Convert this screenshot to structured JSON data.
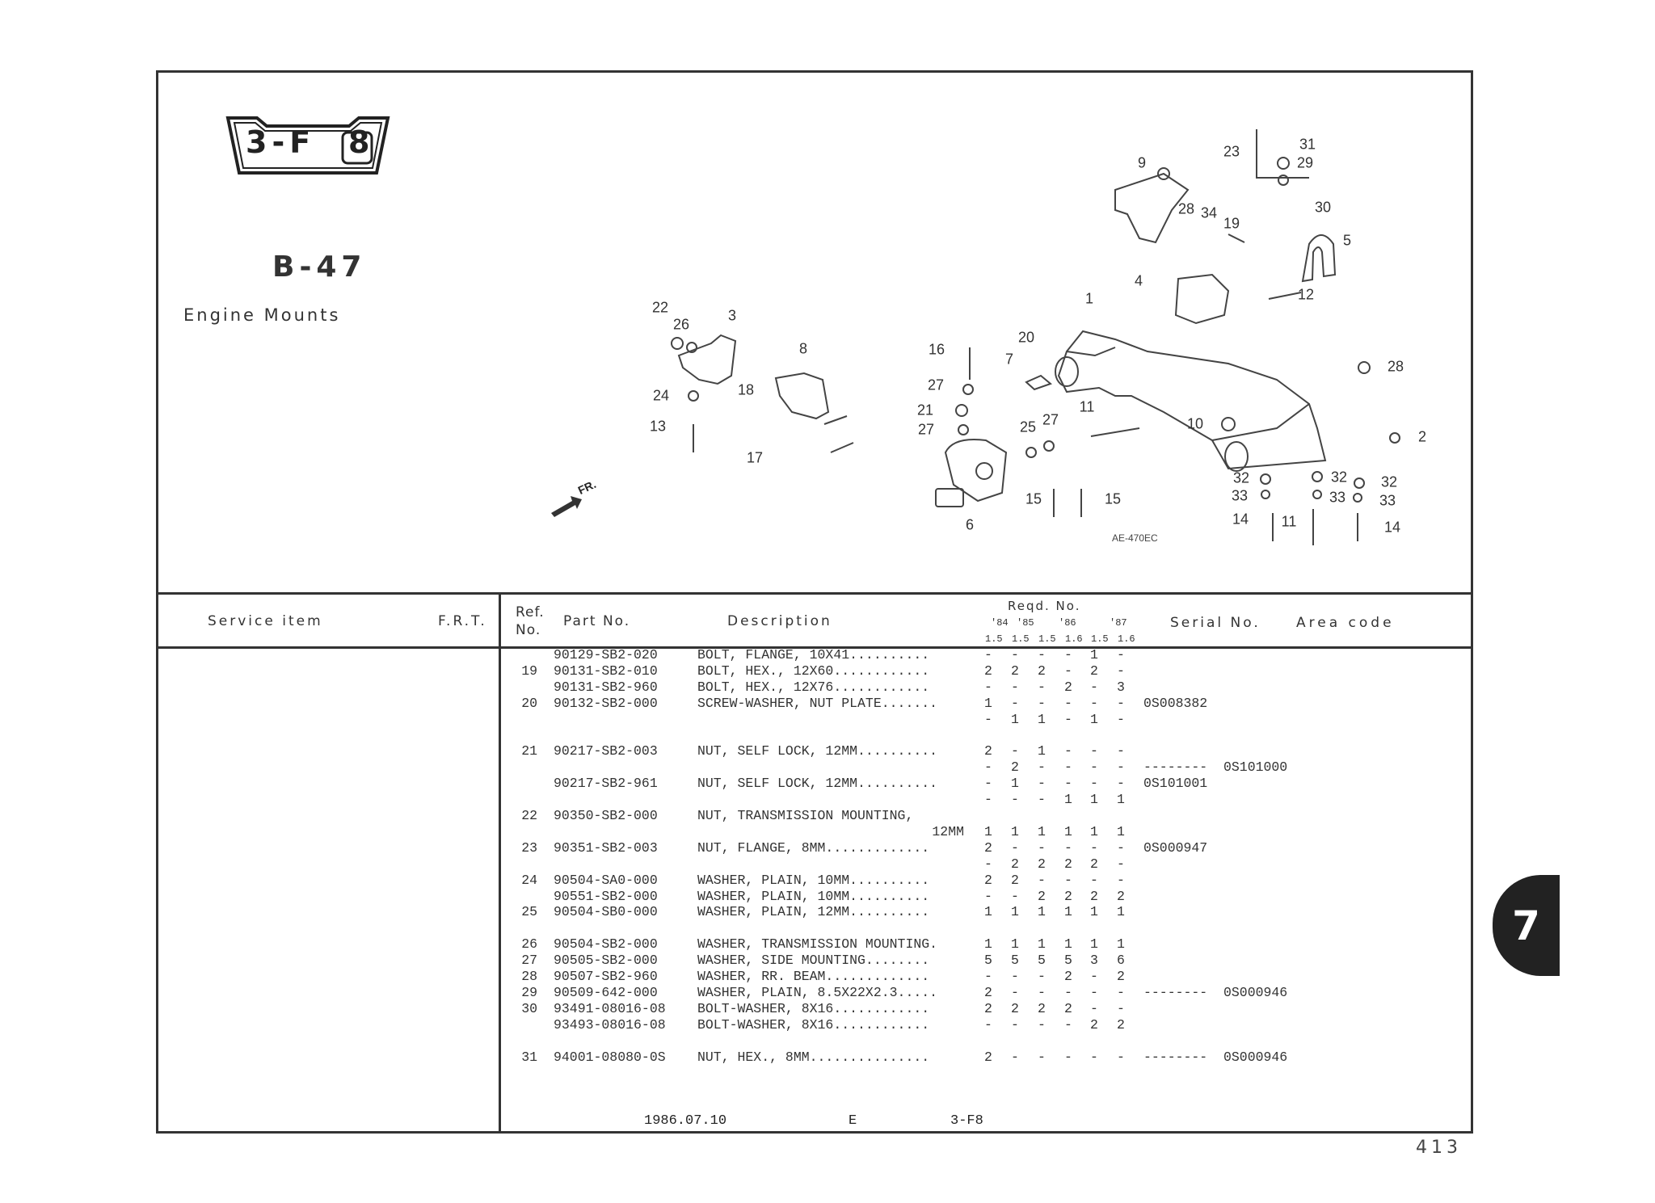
{
  "badge": {
    "group": "3-F",
    "number": "8"
  },
  "page_code": "B-47",
  "page_title": "Engine Mounts",
  "diagram": {
    "illustration_code": "AE-470EC",
    "direction_label": "FR.",
    "callouts": [
      "23",
      "31",
      "29",
      "9",
      "28",
      "34",
      "19",
      "30",
      "5",
      "4",
      "12",
      "1",
      "22",
      "26",
      "3",
      "8",
      "16",
      "20",
      "7",
      "27",
      "28",
      "24",
      "18",
      "21",
      "11",
      "13",
      "27",
      "25",
      "27",
      "10",
      "2",
      "17",
      "32",
      "32",
      "32",
      "33",
      "33",
      "33",
      "15",
      "15",
      "14",
      "11",
      "14",
      "6"
    ]
  },
  "table_header": {
    "service_item": "Service  item",
    "frt": "F.R.T.",
    "ref_no_1": "Ref.",
    "ref_no_2": "No.",
    "part_no": "Part No.",
    "description": "Description",
    "reqd_no": "Reqd. No.",
    "years": [
      "'84",
      "'85",
      "'86",
      "'87"
    ],
    "engines": [
      "1.5",
      "1.5",
      "1.5",
      "1.6",
      "1.5",
      "1.6"
    ],
    "serial_no": "Serial No.",
    "area_code": "Area code"
  },
  "rows": [
    {
      "ref": "",
      "part": "90129-SB2-020",
      "desc": "BOLT, FLANGE, 10X41..........",
      "qty": [
        "-",
        "-",
        "-",
        "-",
        "1",
        "-"
      ]
    },
    {
      "ref": "19",
      "part": "90131-SB2-010",
      "desc": "BOLT, HEX., 12X60............",
      "qty": [
        "2",
        "2",
        "2",
        "-",
        "2",
        "-"
      ]
    },
    {
      "ref": "",
      "part": "90131-SB2-960",
      "desc": "BOLT, HEX., 12X76............",
      "qty": [
        "-",
        "-",
        "-",
        "2",
        "-",
        "3"
      ]
    },
    {
      "ref": "20",
      "part": "90132-SB2-000",
      "desc": "SCREW-WASHER, NUT PLATE.......",
      "qty": [
        "1",
        "-",
        "-",
        "-",
        "-",
        "-"
      ],
      "serial": "0S008382"
    },
    {
      "qty": [
        "-",
        "1",
        "1",
        "-",
        "1",
        "-"
      ]
    },
    {
      "ref": "21",
      "part": "90217-SB2-003",
      "desc": "NUT, SELF LOCK, 12MM..........",
      "qty": [
        "2",
        "-",
        "1",
        "-",
        "-",
        "-"
      ]
    },
    {
      "qty": [
        "-",
        "2",
        "-",
        "-",
        "-",
        "-"
      ],
      "serial": "--------",
      "serial2": "0S101000"
    },
    {
      "ref": "",
      "part": "90217-SB2-961",
      "desc": "NUT, SELF LOCK, 12MM..........",
      "qty": [
        "-",
        "1",
        "-",
        "-",
        "-",
        "-"
      ],
      "serial": "0S101001"
    },
    {
      "qty": [
        "-",
        "-",
        "-",
        "1",
        "1",
        "1"
      ]
    },
    {
      "ref": "22",
      "part": "90350-SB2-000",
      "desc": "NUT, TRANSMISSION MOUNTING,"
    },
    {
      "desc_right": "12MM",
      "qty": [
        "1",
        "1",
        "1",
        "1",
        "1",
        "1"
      ]
    },
    {
      "ref": "23",
      "part": "90351-SB2-003",
      "desc": "NUT, FLANGE, 8MM.............",
      "qty": [
        "2",
        "-",
        "-",
        "-",
        "-",
        "-"
      ],
      "serial": "0S000947"
    },
    {
      "qty": [
        "-",
        "2",
        "2",
        "2",
        "2",
        "-"
      ]
    },
    {
      "ref": "24",
      "part": "90504-SA0-000",
      "desc": "WASHER, PLAIN, 10MM..........",
      "qty": [
        "2",
        "2",
        "-",
        "-",
        "-",
        "-"
      ]
    },
    {
      "ref": "",
      "part": "90551-SB2-000",
      "desc": "WASHER, PLAIN, 10MM..........",
      "qty": [
        "-",
        "-",
        "2",
        "2",
        "2",
        "2"
      ]
    },
    {
      "ref": "25",
      "part": "90504-SB0-000",
      "desc": "WASHER, PLAIN, 12MM..........",
      "qty": [
        "1",
        "1",
        "1",
        "1",
        "1",
        "1"
      ]
    },
    {
      "ref": "26",
      "part": "90504-SB2-000",
      "desc": "WASHER, TRANSMISSION MOUNTING.",
      "qty": [
        "1",
        "1",
        "1",
        "1",
        "1",
        "1"
      ]
    },
    {
      "ref": "27",
      "part": "90505-SB2-000",
      "desc": "WASHER, SIDE MOUNTING........",
      "qty": [
        "5",
        "5",
        "5",
        "5",
        "3",
        "6"
      ]
    },
    {
      "ref": "28",
      "part": "90507-SB2-960",
      "desc": "WASHER, RR. BEAM.............",
      "qty": [
        "-",
        "-",
        "-",
        "2",
        "-",
        "2"
      ]
    },
    {
      "ref": "29",
      "part": "90509-642-000",
      "desc": "WASHER, PLAIN, 8.5X22X2.3.....",
      "qty": [
        "2",
        "-",
        "-",
        "-",
        "-",
        "-"
      ],
      "serial": "--------",
      "serial2": "0S000946"
    },
    {
      "ref": "30",
      "part": "93491-08016-08",
      "desc": "BOLT-WASHER, 8X16............",
      "qty": [
        "2",
        "2",
        "2",
        "2",
        "-",
        "-"
      ]
    },
    {
      "ref": "",
      "part": "93493-08016-08",
      "desc": "BOLT-WASHER, 8X16............",
      "qty": [
        "-",
        "-",
        "-",
        "-",
        "2",
        "2"
      ]
    },
    {
      "ref": "31",
      "part": "94001-08080-0S",
      "desc": "NUT, HEX., 8MM...............",
      "qty": [
        "2",
        "-",
        "-",
        "-",
        "-",
        "-"
      ],
      "serial": "--------",
      "serial2": "0S000946"
    }
  ],
  "footer": {
    "date": "1986.07.10",
    "edition": "E",
    "code": "3-F8"
  },
  "section_tab": "7",
  "page_number": "413"
}
